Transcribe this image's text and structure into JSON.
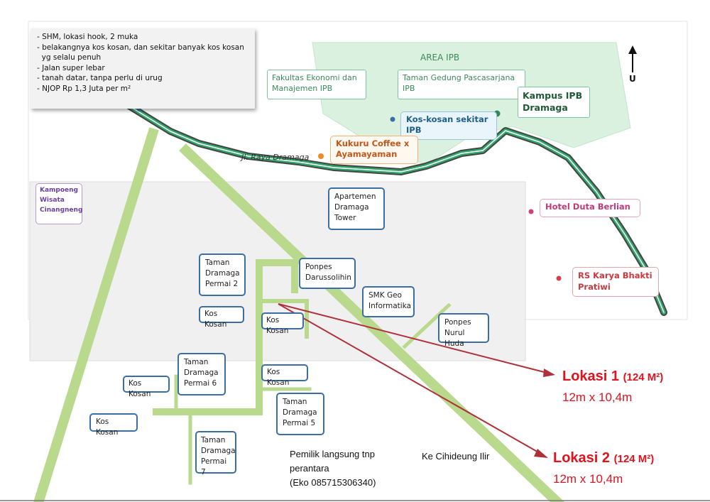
{
  "notes": [
    "- SHM, lokasi hook, 2 muka",
    "- belakangnya kos kosan, dan sekitar banyak kos kosan",
    "  yg selalu penuh",
    "- Jalan super lebar",
    "- tanah datar, tanpa perlu di urug",
    "- NJOP Rp 1,3 Juta per m²"
  ],
  "map": {
    "area_ipb": "AREA IPB",
    "north": "U",
    "road_name": "Jl. Raya Dramaga",
    "places": {
      "fakultas": [
        "Fakultas Ekonomi dan",
        "Manajemen IPB"
      ],
      "taman_pasca": [
        "Taman Gedung Pascasarjana",
        "IPB"
      ],
      "kampus": [
        "Kampus IPB",
        "Dramaga"
      ],
      "kos_ipb": [
        "Kos-kosan sekitar",
        "IPB"
      ],
      "kukuru": [
        "Kukuru Coffee x",
        "Ayamayaman"
      ],
      "hotel": "Hotel Duta Berlian",
      "rs": [
        "RS Karya Bhakti",
        "Pratiwi"
      ],
      "kampoeng": [
        "Kampoeng",
        "Wisata",
        "Cinangneng"
      ],
      "apartemen": [
        "Apartemen",
        "Dramaga",
        "Tower"
      ],
      "taman2": [
        "Taman",
        "Dramaga",
        "Permai 2"
      ],
      "darussolihin": [
        "Ponpes",
        "Darussolihin"
      ],
      "smk": [
        "SMK Geo",
        "Informatika"
      ],
      "nurul": [
        "Ponpes",
        "Nurul Huda"
      ],
      "kos1": "Kos Kosan",
      "kos2": "Kos Kosan",
      "kos3": "Kos Kosan",
      "kos4": "Kos Kosan",
      "kos5": "Kos Kosan",
      "taman6": [
        "Taman",
        "Dramaga",
        "Permai 6"
      ],
      "taman5": [
        "Taman",
        "Dramaga",
        "Permai 5"
      ],
      "taman7": [
        "Taman",
        "Dramaga",
        "Permai 7"
      ]
    }
  },
  "lokasi1": {
    "title": "Lokasi 1",
    "area": "(124 M²)",
    "size": "12m x 10,4m"
  },
  "lokasi2": {
    "title": "Lokasi 2",
    "area": "(124 M²)",
    "size": "12m x 10,4m"
  },
  "owner": [
    "Pemilik langsung tnp",
    "perantara",
    "(Eko 085715306340)"
  ],
  "direction": "Ke Cihideung Ilir",
  "colors": {
    "road_green": "#2ea86a",
    "road_dark": "#444",
    "side_road": "#b9d98d",
    "arrow": "#b0303a",
    "lokasi": "#e0121c"
  }
}
